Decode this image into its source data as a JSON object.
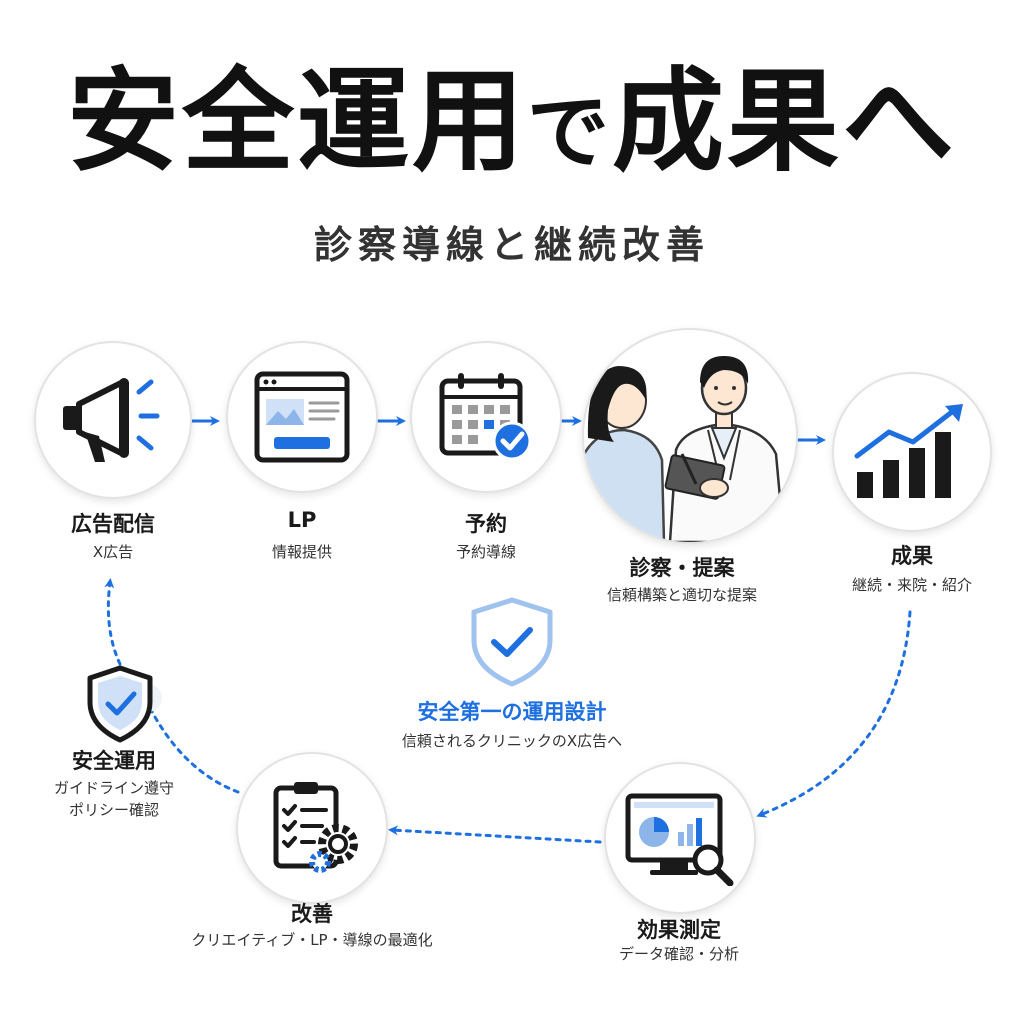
{
  "header": {
    "title_a": "安全運用",
    "title_b": "で",
    "title_c": "成果へ",
    "subtitle": "診察導線と継続改善"
  },
  "steps": [
    {
      "title": "広告配信",
      "desc": "X広告"
    },
    {
      "title": "LP",
      "desc": "情報提供"
    },
    {
      "title": "予約",
      "desc": "予約導線"
    },
    {
      "title": "診察・提案",
      "desc": "信頼構築と適切な提案"
    },
    {
      "title": "成果",
      "desc": "継続・来院・紹介"
    },
    {
      "title": "効果測定",
      "desc": "データ確認・分析"
    },
    {
      "title": "改善",
      "desc": "クリエイティブ・LP・導線の最適化"
    },
    {
      "title": "安全運用",
      "desc_line1": "ガイドライン遵守",
      "desc_line2": "ポリシー確認"
    }
  ],
  "center": {
    "title": "安全第一の運用設計",
    "desc": "信頼されるクリニックのX広告へ"
  },
  "icons": {
    "ad": "megaphone-icon",
    "lp": "webpage-icon",
    "booking": "calendar-check-icon",
    "consultation": "doctor-patient-illustration",
    "result": "growth-chart-icon",
    "measurement": "analytics-monitor-icon",
    "improvement": "checklist-gear-icon",
    "safety": "shield-check-icon"
  },
  "colors": {
    "accent": "#1e6fe0",
    "text": "#1a1a1a",
    "shield": "#9fc2ee"
  }
}
